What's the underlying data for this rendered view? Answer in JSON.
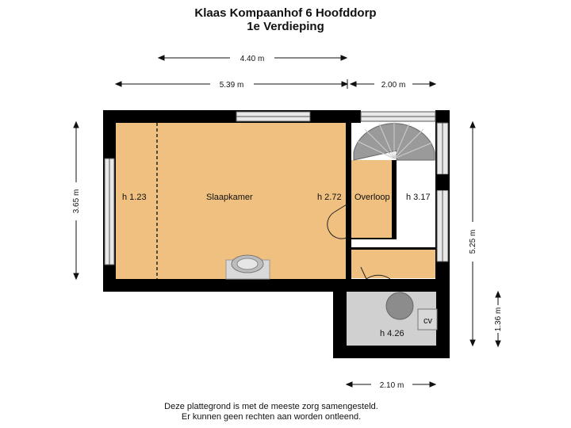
{
  "title": {
    "line1": "Klaas Kompaanhof 6 Hoofddorp",
    "line2": "1e Verdieping"
  },
  "rooms": {
    "slaapkamer": "Slaapkamer",
    "overloop": "Overloop",
    "cv": "cv"
  },
  "heights": {
    "h1": "h 1.23",
    "h2": "h 2.72",
    "h3": "h 3.17",
    "h4": "h 4.26"
  },
  "dimensions": {
    "top_inner": "4.40 m",
    "top_left": "5.39 m",
    "top_right": "2.00 m",
    "left": "3.65 m",
    "right_total": "5.25 m",
    "right_lower": "1.36 m",
    "bottom": "2.10 m"
  },
  "footer": {
    "line1": "Deze plattegrond is met de meeste zorg samengesteld.",
    "line2": "Er kunnen geen rechten aan worden ontleend."
  },
  "colors": {
    "wall": "#000000",
    "room_fill": "#efc07f",
    "service_fill": "#d0d0d0",
    "window": "#e8e8e8"
  }
}
